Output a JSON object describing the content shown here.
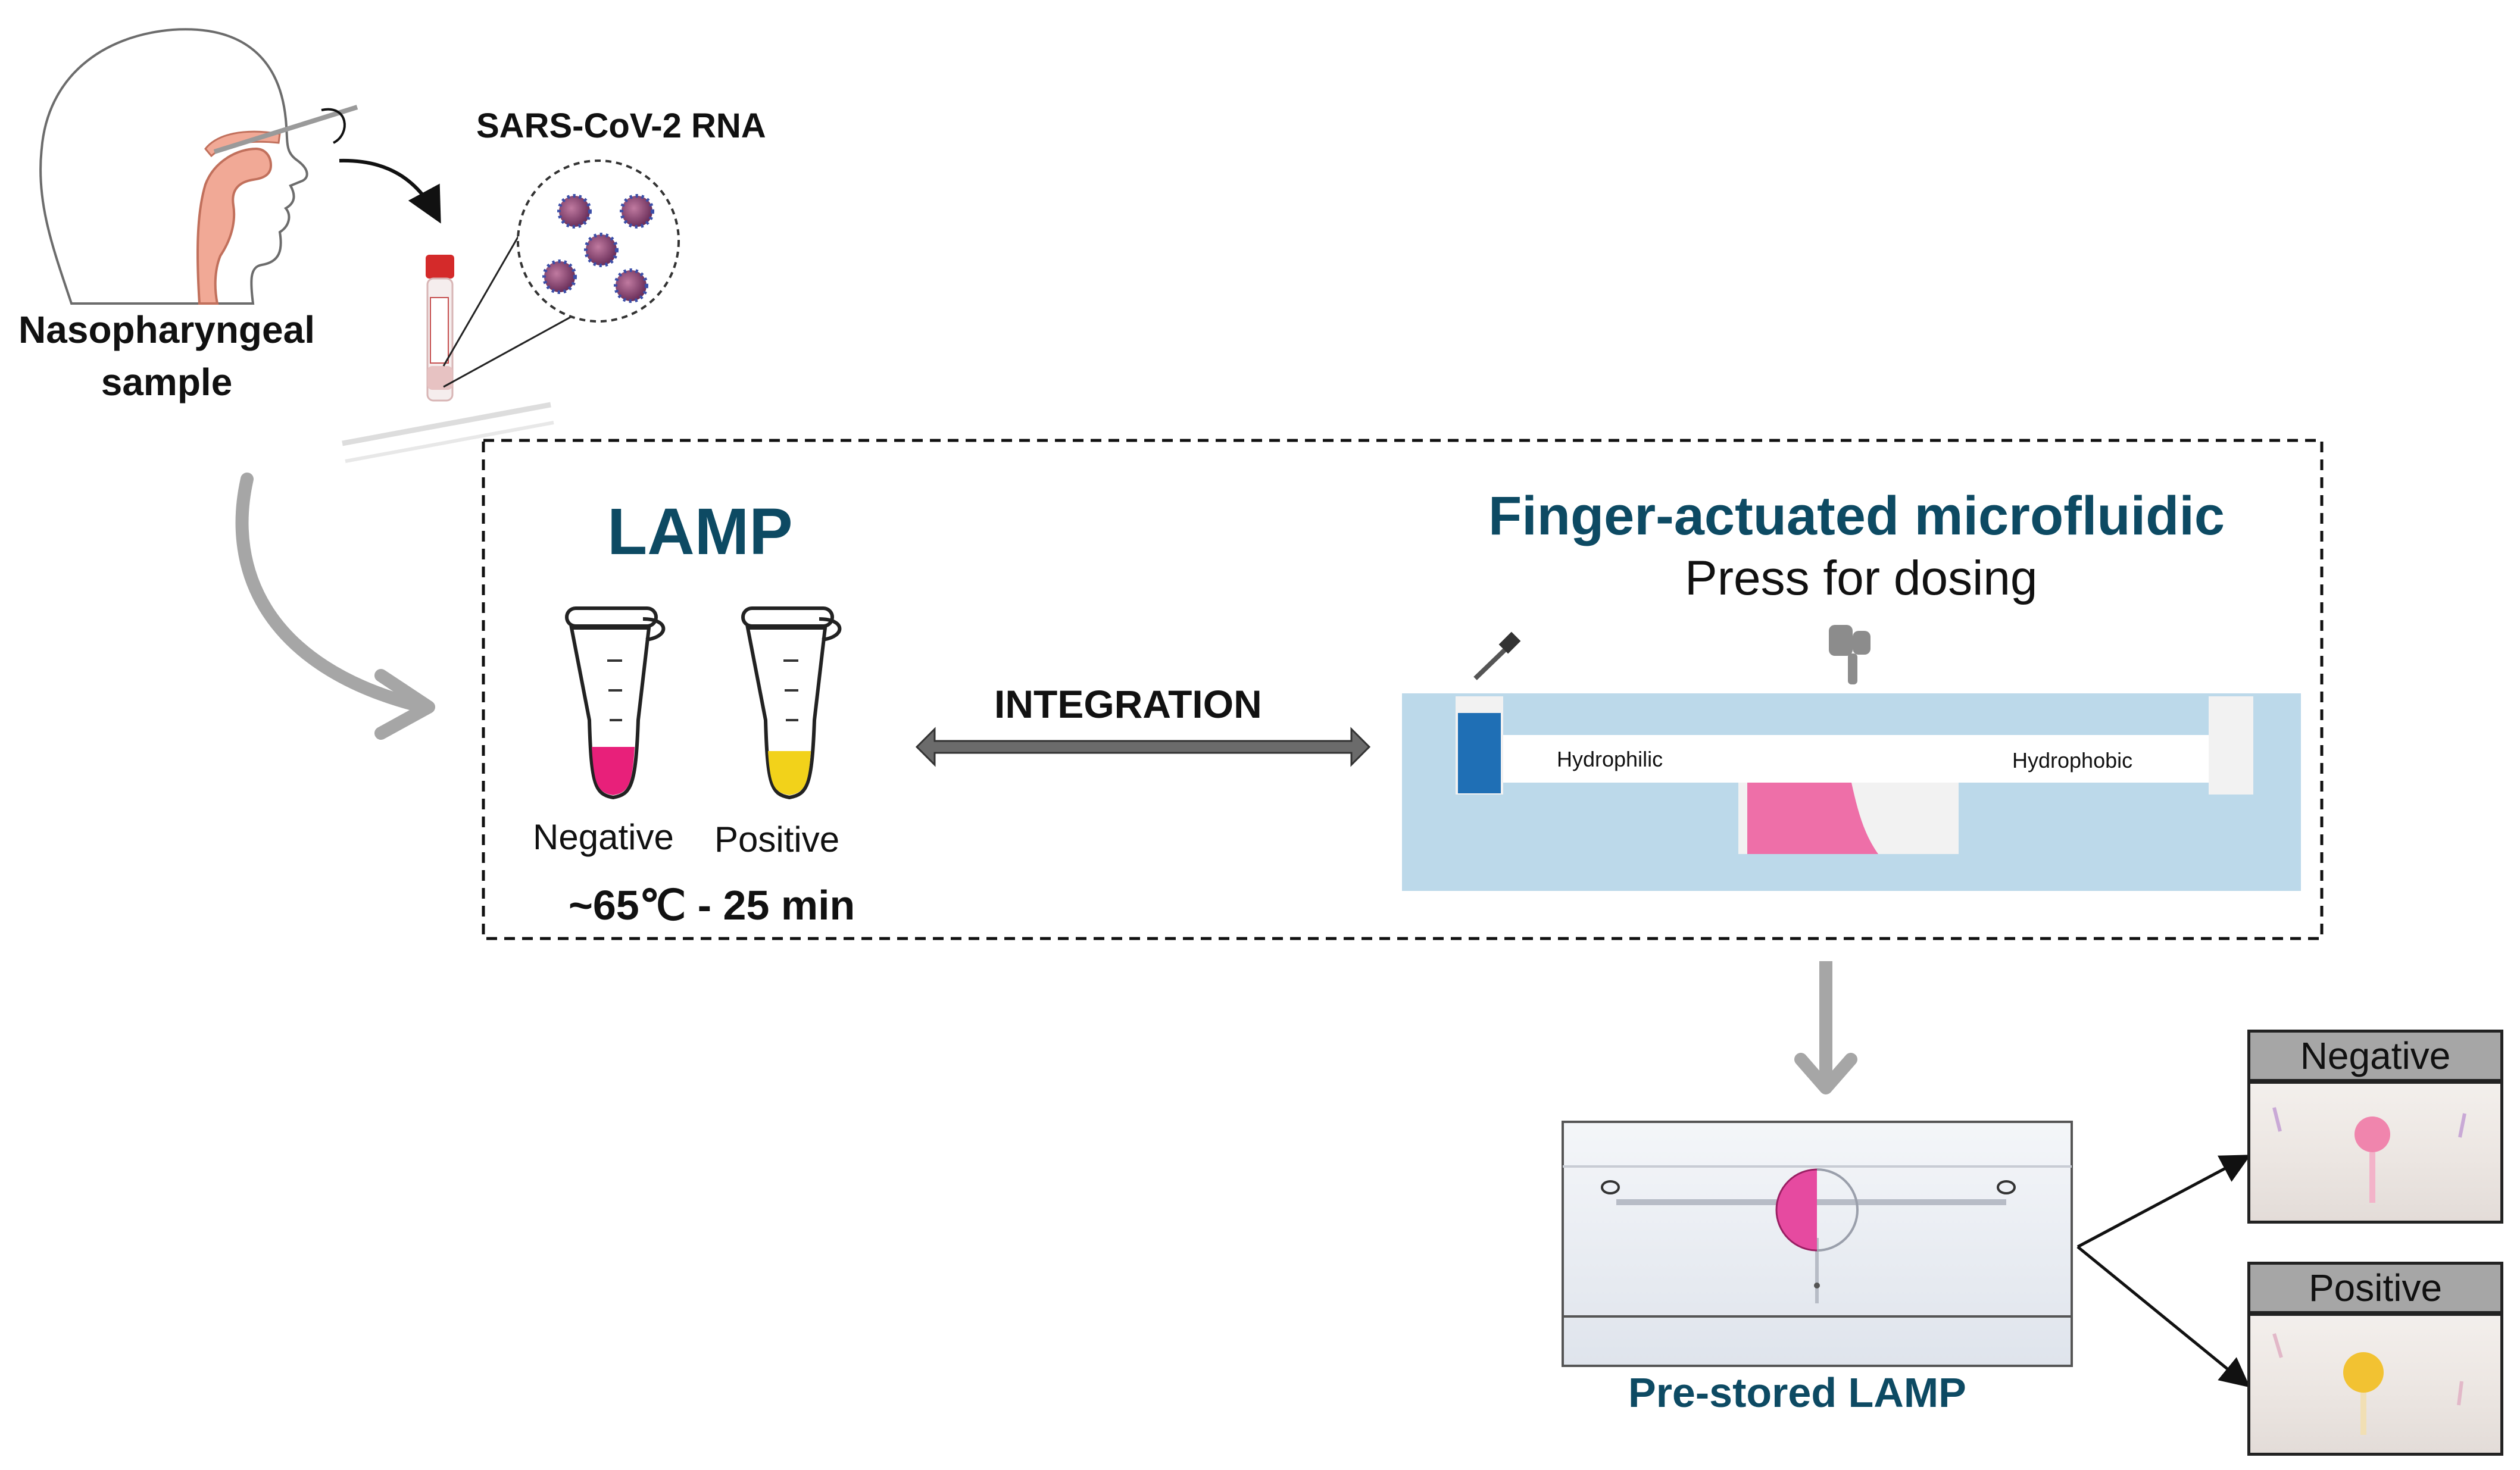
{
  "sample": {
    "label_line1": "Nasopharyngeal",
    "label_line2": "sample"
  },
  "rna": {
    "label": "SARS-CoV-2 RNA"
  },
  "lamp": {
    "title": "LAMP",
    "negative_label": "Negative",
    "positive_label": "Positive",
    "condition": "~65℃ - 25 min"
  },
  "integration": {
    "label": "INTEGRATION"
  },
  "device": {
    "title": "Finger-actuated microfluidic",
    "subtitle": "Press for dosing",
    "hydrophilic": "Hydrophilic",
    "hydrophobic": "Hydrophobic"
  },
  "chip": {
    "label": "Pre-stored LAMP"
  },
  "results": {
    "negative": "Negative",
    "positive": "Positive"
  },
  "colors": {
    "teal_text": "#0d4a63",
    "negative_pink": "#e8207a",
    "positive_yellow": "#f2d21a",
    "channel_blue": "#bcd9ea",
    "reagent_pink": "#ee6fa8",
    "sample_blue": "#1f6fb5",
    "grey_arrow": "#a6a6a6"
  }
}
